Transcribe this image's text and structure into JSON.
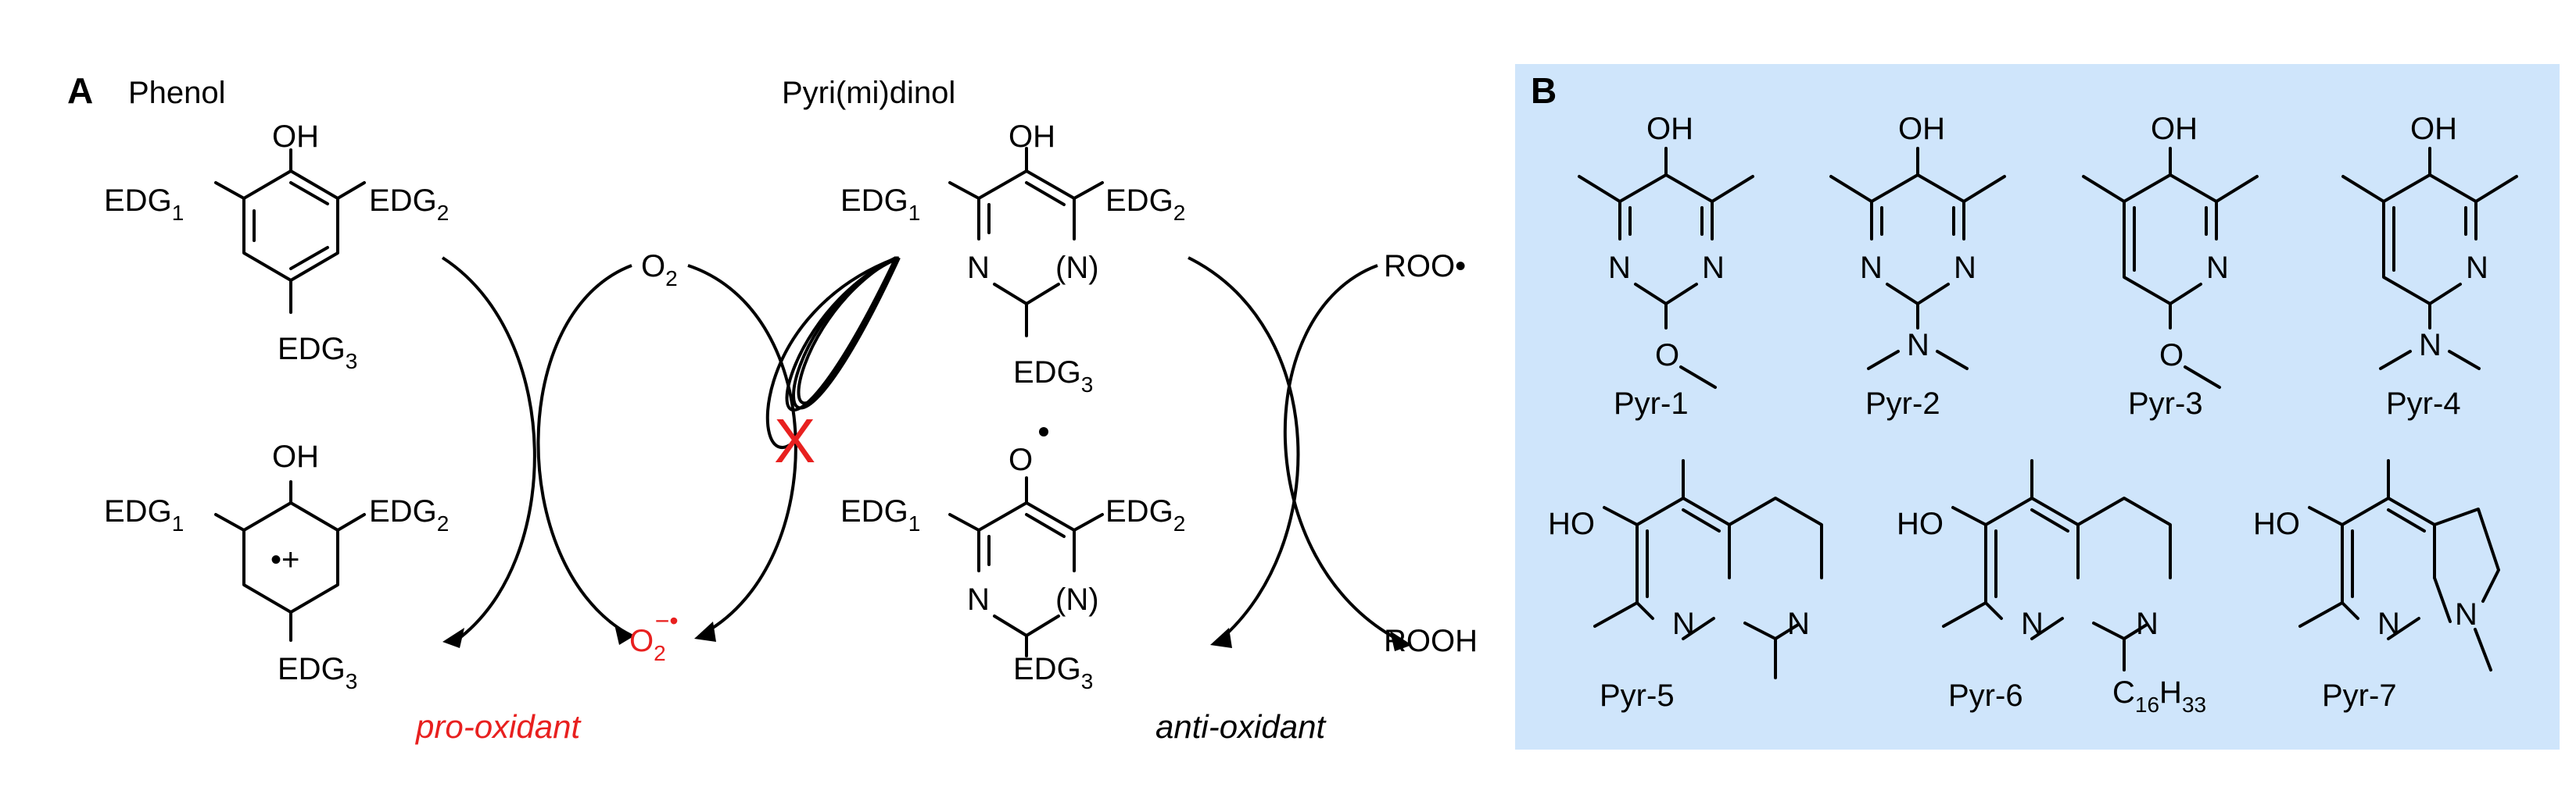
{
  "panelA": {
    "label": "A",
    "phenol_title": "Phenol",
    "pyr_title": "Pyri(mi)dinol",
    "oh": "OH",
    "o_radical": "O",
    "edg": "EDG",
    "sub1": "1",
    "sub2": "2",
    "sub3": "3",
    "n": "N",
    "n_paren": "(N)",
    "radical_cation": "•+",
    "o2": "O",
    "o2_sub": "2",
    "superoxide": "O",
    "superoxide_sub": "2",
    "superoxide_sup": "−•",
    "roo": "ROO•",
    "rooh": "ROOH",
    "block_mark": "X",
    "pro_oxidant": "pro-oxidant",
    "anti_oxidant": "anti-oxidant",
    "red_color": "#e8201f"
  },
  "panelB": {
    "label": "B",
    "bg_color": "#cfe5fb",
    "oh": "OH",
    "ho": "HO",
    "n": "N",
    "o": "O",
    "c": "C",
    "h": "H",
    "c_sub": "16",
    "h_sub": "33",
    "compounds": [
      "Pyr-1",
      "Pyr-2",
      "Pyr-3",
      "Pyr-4",
      "Pyr-5",
      "Pyr-6",
      "Pyr-7"
    ]
  }
}
